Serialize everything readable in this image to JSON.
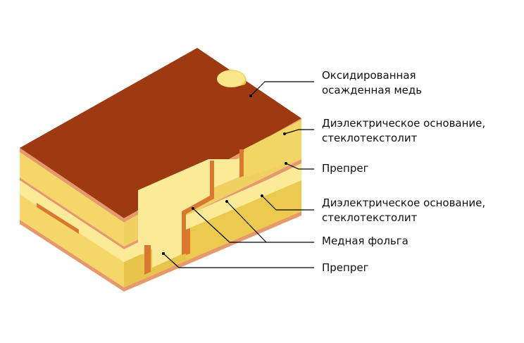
{
  "labels": {
    "oxidized_copper": [
      "Оксидированная",
      "осажденная медь"
    ],
    "dielectric_top": [
      "Диэлектрическое основание,",
      "стеклотекстолит"
    ],
    "prepreg_top": [
      "Препрег"
    ],
    "dielectric_bottom": [
      "Диэлектрическое основание,",
      "стеклотекстолит"
    ],
    "copper_foil": [
      "Медная фольга"
    ],
    "prepreg_bottom": [
      "Препрег"
    ]
  },
  "colors": {
    "copper_top": "#9e3a12",
    "copper_inner": "#d9782e",
    "copper_thin": "#e69a6c",
    "dielectric_front": "#f4d768",
    "dielectric_side": "#e8c44a",
    "prepreg_front": "#fbea98",
    "prepreg_side": "#f6e07c",
    "leader_line": "#000000"
  }
}
